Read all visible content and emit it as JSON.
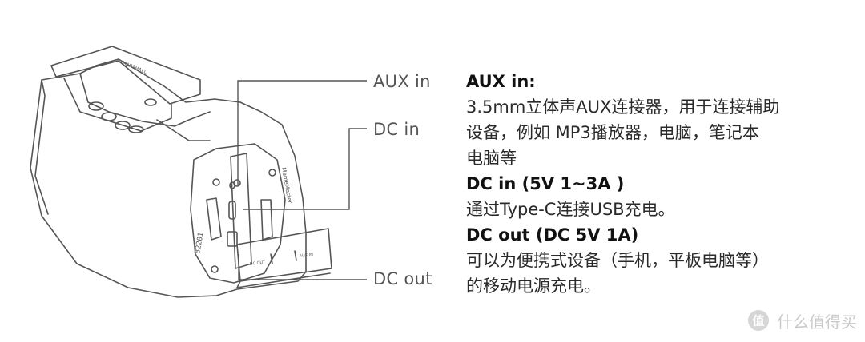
{
  "callouts": {
    "aux_in": "AUX in",
    "dc_in": "DC in",
    "dc_out": "DC out"
  },
  "device_labels": {
    "dc_out_port": "DC OUT",
    "aux_in_port": "AUX IN",
    "model": "B2201",
    "brand_side": "MemeMaster",
    "top_brand": "MARSHALL"
  },
  "specs": {
    "aux": {
      "heading": "AUX in:",
      "lines": [
        "3.5mm立体声AUX连接器，用于连接辅助",
        "设备，例如 MP3播放器，电脑，笔记本",
        "电脑等"
      ]
    },
    "dc_in": {
      "heading": "DC in (5V 1~3A )",
      "lines": [
        "通过Type-C连接USB充电。"
      ]
    },
    "dc_out": {
      "heading": "DC out (DC 5V 1A)",
      "lines": [
        "可以为便携式设备（手机，平板电脑等）",
        "的移动电源充电。"
      ]
    }
  },
  "watermark": {
    "icon": "zhi-logo-icon",
    "text": "什么值得买"
  },
  "colors": {
    "line": "#555555",
    "text": "#2a2a2a",
    "watermark": "#c9c9c9"
  }
}
